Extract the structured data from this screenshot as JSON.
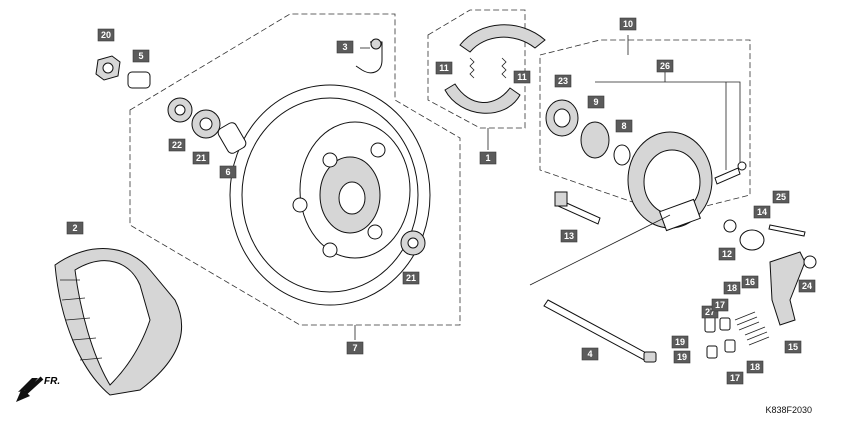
{
  "callouts": [
    "20",
    "5",
    "3",
    "11",
    "11",
    "1",
    "10",
    "26",
    "23",
    "9",
    "8",
    "22",
    "21",
    "6",
    "2",
    "21",
    "7",
    "13",
    "14",
    "25",
    "12",
    "16",
    "24",
    "4",
    "27",
    "17",
    "18",
    "15",
    "19",
    "19",
    "17",
    "18"
  ],
  "direction_label": "FR.",
  "reference_code": "K838F2030"
}
